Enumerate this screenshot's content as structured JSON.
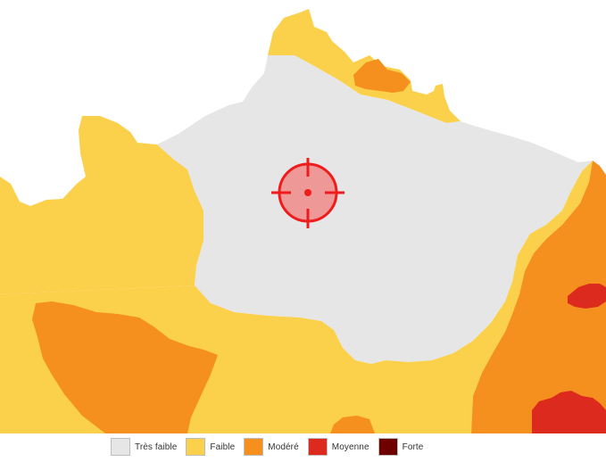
{
  "legend": {
    "items": [
      {
        "label": "Très faible",
        "color": "#e6e6e6"
      },
      {
        "label": "Faible",
        "color": "#fbd04a"
      },
      {
        "label": "Modéré",
        "color": "#f5901f"
      },
      {
        "label": "Moyenne",
        "color": "#dc2a1f"
      },
      {
        "label": "Forte",
        "color": "#6e0000"
      }
    ]
  },
  "map": {
    "zones": [
      {
        "name": "zone-nord-faible",
        "level": "Faible",
        "color": "#fbd04a"
      },
      {
        "name": "zone-nord-modere",
        "level": "Modéré",
        "color": "#f5901f"
      },
      {
        "name": "zone-ouest-faible",
        "level": "Faible",
        "color": "#fbd04a"
      },
      {
        "name": "zone-centre-tres-faible",
        "level": "Très faible",
        "color": "#e6e6e6"
      },
      {
        "name": "zone-sud-faible",
        "level": "Faible",
        "color": "#fbd04a"
      },
      {
        "name": "zone-sud-ouest-modere",
        "level": "Modéré",
        "color": "#f5901f"
      },
      {
        "name": "zone-alpes-modere",
        "level": "Modéré",
        "color": "#f5901f"
      },
      {
        "name": "zone-alpes-moyenne",
        "level": "Moyenne",
        "color": "#dc2a1f"
      },
      {
        "name": "zone-pyrenees-moyenne",
        "level": "Moyenne",
        "color": "#dc2a1f"
      }
    ],
    "marker": {
      "icon": "crosshair-target-icon",
      "color": "#ee1c1c"
    }
  }
}
